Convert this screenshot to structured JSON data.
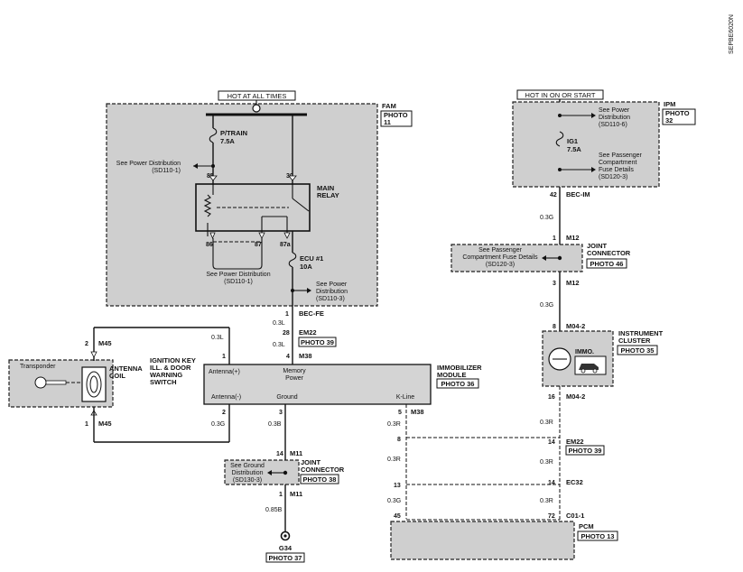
{
  "side_code": "SEPBE6020N",
  "hot_at_all_times": "HOT AT ALL TIMES",
  "hot_in_on_or_start": "HOT IN ON OR START",
  "fam": {
    "title": "FAM",
    "photo": "PHOTO",
    "photo_num": "11"
  },
  "ipm": {
    "title": "IPM",
    "photo": "PHOTO",
    "photo_num": "32"
  },
  "ptrain_fuse": {
    "name": "P/TRAIN",
    "rating": "7.5A"
  },
  "see_pd_1": [
    "See Power Distribution",
    "(SD110-1)"
  ],
  "relay": {
    "title": [
      "MAIN",
      "RELAY"
    ],
    "pin85": "85",
    "pin30": "30",
    "pin86": "86",
    "pin87": "87",
    "pin87a": "87a"
  },
  "see_pd_2": [
    "See Power Distribution",
    "(SD110-1)"
  ],
  "ecu_fuse": {
    "name": "ECU #1",
    "rating": "10A"
  },
  "see_pd_3": [
    "See Power",
    "Distribution",
    "(SD110-3)"
  ],
  "bec_fe": {
    "pin": "1",
    "label": "BEC-FE"
  },
  "w_03l_a": "0.3L",
  "em22_left": {
    "pin": "28",
    "label": "EM22",
    "photo": "PHOTO 39"
  },
  "w_03l_b": "0.3L",
  "w_03l_c": "0.3L",
  "m38_top": {
    "pin": "4",
    "label": "M38",
    "pin1": "1"
  },
  "immo_module": {
    "title": [
      "IMMOBILIZER",
      "MODULE"
    ],
    "photo": "PHOTO 36",
    "antenna_plus": "Antenna(+)",
    "memory_power": [
      "Memory",
      "Power"
    ],
    "antenna_minus": "Antenna(-)",
    "ground": "Ground",
    "kline": "K-Line"
  },
  "m45_top": {
    "pin": "2",
    "label": "M45"
  },
  "m45_bot": {
    "pin": "1",
    "label": "M45"
  },
  "transponder": "Transponder",
  "antenna_coil": [
    "ANTENNA",
    "COIL"
  ],
  "ign_key": [
    "IGNITION KEY",
    "ILL. & DOOR",
    "WARNING",
    "SWITCH"
  ],
  "pins_bottom": {
    "p2": "2",
    "p3": "3",
    "p5": "5",
    "m38": "M38"
  },
  "w_03g": "0.3G",
  "w_03b": "0.3B",
  "w_03r_a": "0.3R",
  "m11_top": {
    "pin": "14",
    "label": "M11"
  },
  "see_ground": [
    "See Ground",
    "Distribution",
    "(SD130-3)"
  ],
  "joint_conn_left": {
    "title": [
      "JOINT",
      "CONNECTOR"
    ],
    "photo": "PHOTO 38"
  },
  "m11_bot": {
    "pin": "1",
    "label": "M11"
  },
  "w_085b": "0.85B",
  "g34": {
    "label": "G34",
    "photo": "PHOTO 37"
  },
  "ig1_fuse": {
    "name": "IG1",
    "rating": "7.5A"
  },
  "see_pd_4": [
    "See Power",
    "Distribution",
    "(SD110-6)"
  ],
  "see_pass_right": [
    "See Passenger",
    "Compartment",
    "Fuse Details",
    "(SD120-3)"
  ],
  "bec_im": {
    "pin": "42",
    "label": "BEC-IM"
  },
  "w_03g_r1": "0.3G",
  "m12_top": {
    "pin": "1",
    "label": "M12"
  },
  "joint_conn_right": {
    "title": [
      "JOINT",
      "CONNECTOR"
    ],
    "photo": "PHOTO 46"
  },
  "see_pass_mid": [
    "See Passenger",
    "Compartment Fuse Details",
    "(SD120-3)"
  ],
  "m12_bot": {
    "pin": "3",
    "label": "M12"
  },
  "w_03g_r2": "0.3G",
  "m04_top": {
    "pin": "8",
    "label": "M04-2"
  },
  "instrument_cluster": {
    "title": [
      "INSTRUMENT",
      "CLUSTER"
    ],
    "photo": "PHOTO 35",
    "immo": "IMMO."
  },
  "m04_bot": {
    "pin": "16",
    "label": "M04-2"
  },
  "w_03r_r1": "0.3R",
  "em22_right": {
    "pin_left": "8",
    "pin_right": "14",
    "label": "EM22",
    "photo": "PHOTO 39"
  },
  "w_03r_l2": "0.3R",
  "w_03r_r2": "0.3R",
  "ec32": {
    "pin_left": "13",
    "pin_right": "14",
    "label": "EC32"
  },
  "w_03g_l3": "0.3G",
  "w_03r_r3": "0.3R",
  "c01": {
    "pin_left": "45",
    "pin_right": "72",
    "label": "C01-1"
  },
  "pcm": {
    "title": "PCM",
    "photo": "PHOTO 13"
  }
}
